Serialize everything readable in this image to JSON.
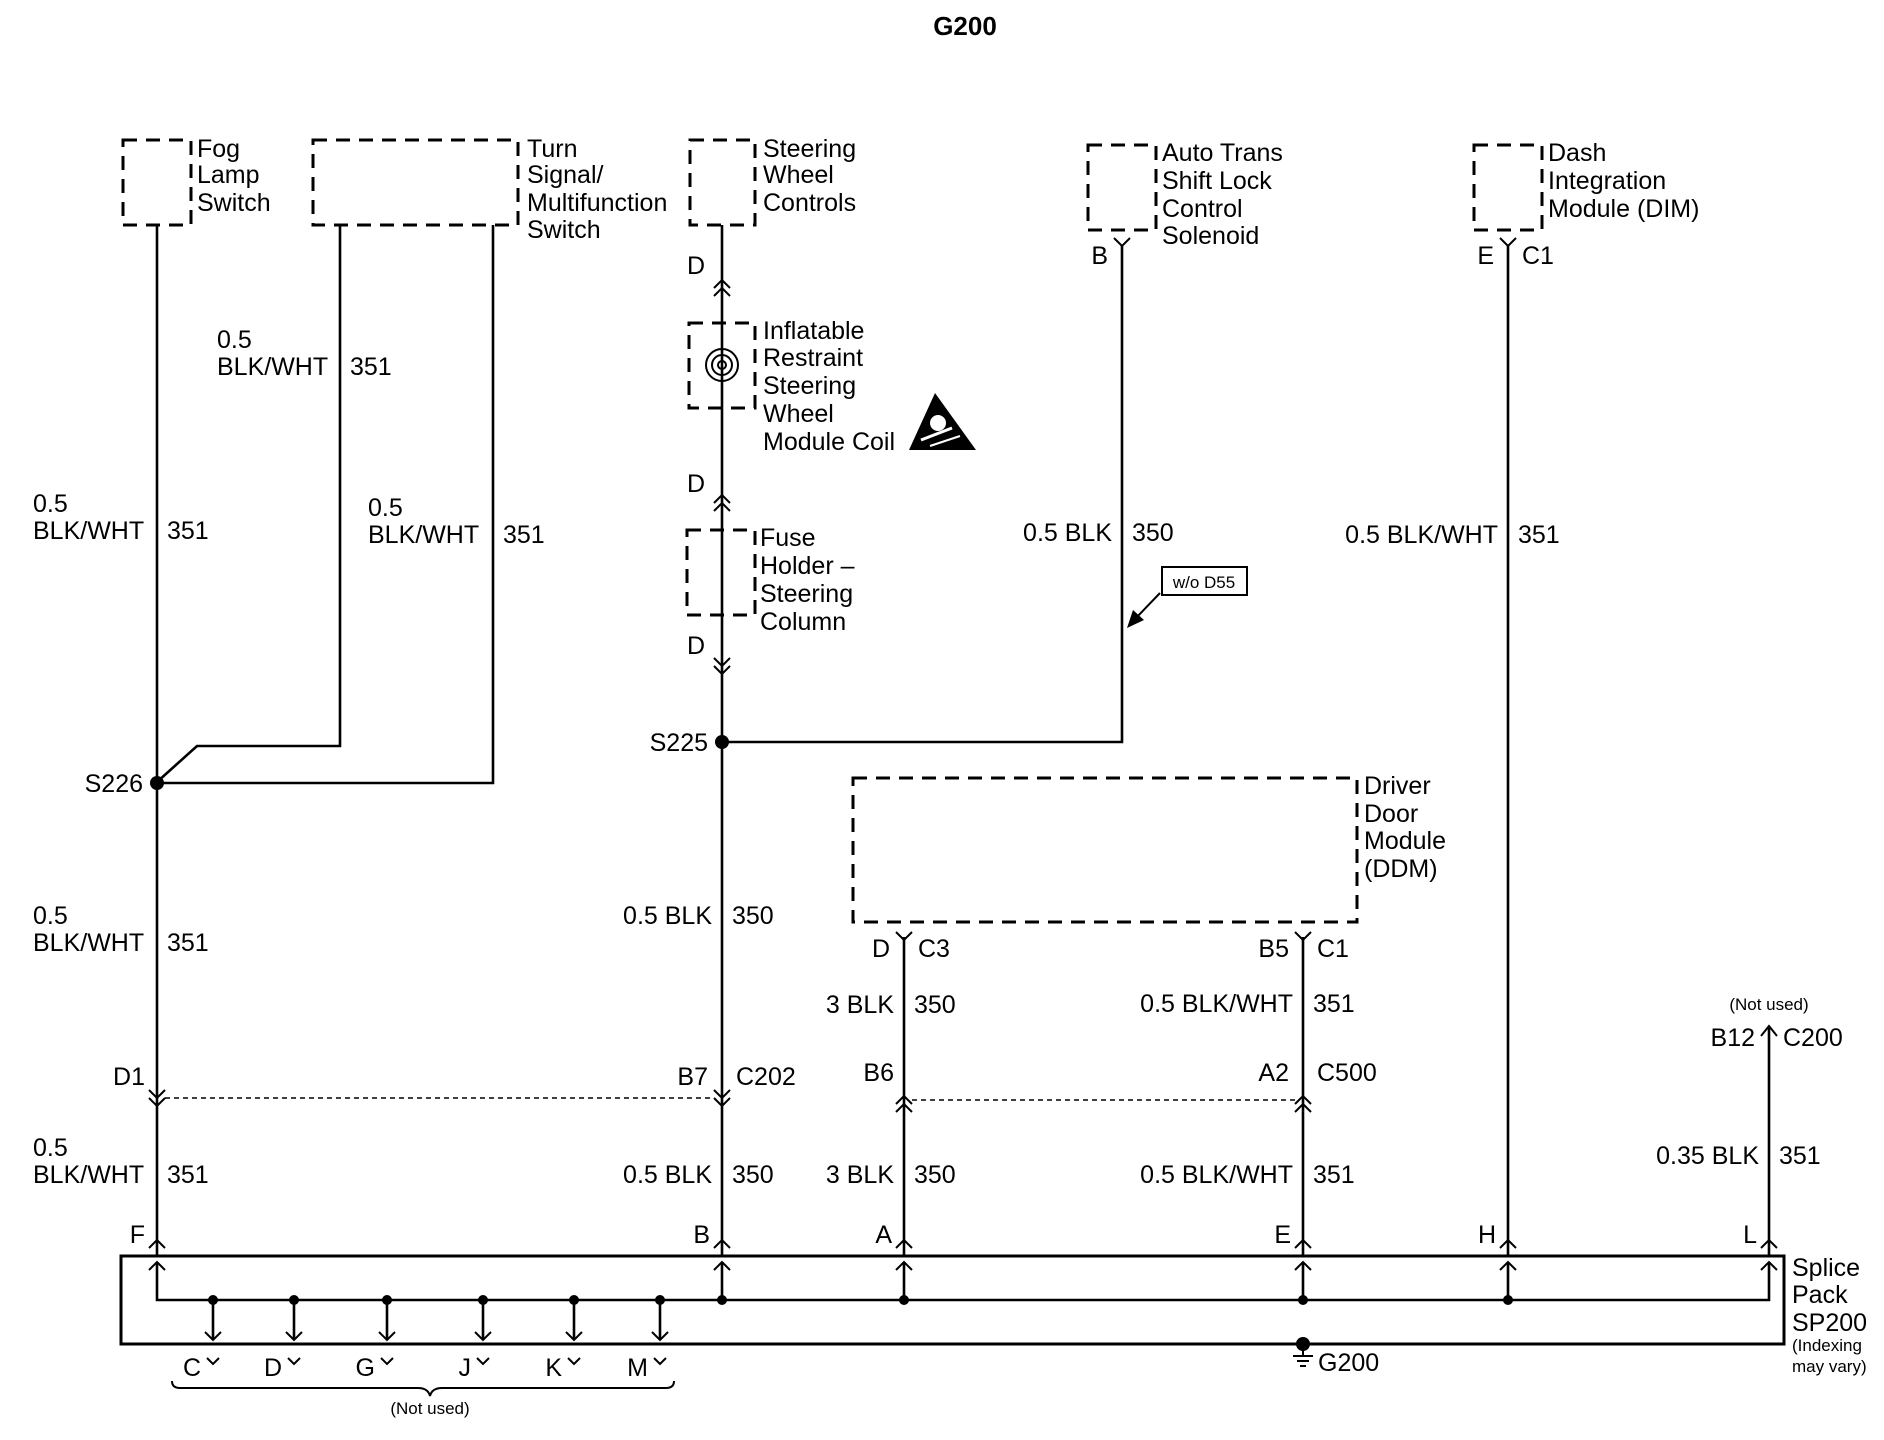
{
  "title": "G200",
  "components": {
    "fog_lamp_switch": [
      "Fog",
      "Lamp",
      "Switch"
    ],
    "turn_signal_switch": [
      "Turn",
      "Signal/",
      "Multifunction",
      "Switch"
    ],
    "steering_wheel_controls": [
      "Steering",
      "Wheel",
      "Controls"
    ],
    "inflatable_restraint_coil": [
      "Inflatable",
      "Restraint",
      "Steering",
      "Wheel",
      "Module Coil"
    ],
    "fuse_holder": [
      "Fuse",
      "Holder –",
      "Steering",
      "Column"
    ],
    "shift_lock_solenoid": [
      "Auto Trans",
      "Shift Lock",
      "Control",
      "Solenoid"
    ],
    "dim": [
      "Dash",
      "Integration",
      "Module (DIM)"
    ],
    "ddm": [
      "Driver",
      "Door",
      "Module",
      "(DDM)"
    ],
    "splice_pack": [
      "Splice",
      "Pack",
      "SP200"
    ],
    "splice_pack_note": [
      "(Indexing",
      "may vary)"
    ]
  },
  "wire_labels": {
    "w351_size": "0.5",
    "w351_color": "BLK/WHT",
    "w351_circuit": "351",
    "w350_label": "0.5 BLK",
    "w350_circuit": "350",
    "w3blk_label": "3 BLK",
    "w05_bw_label": "0.5 BLK/WHT",
    "w035_label": "0.35 BLK"
  },
  "pins": {
    "D": "D",
    "B": "B",
    "E": "E",
    "F": "F",
    "A": "A",
    "H": "H",
    "L": "L",
    "C": "C",
    "G": "G",
    "J": "J",
    "K": "K",
    "M": "M",
    "C1": "C1",
    "C3": "C3",
    "B5": "B5",
    "B6": "B6",
    "B7": "B7",
    "B12": "B12",
    "A2": "A2",
    "D1": "D1"
  },
  "connectors": {
    "c202": "C202",
    "c500": "C500",
    "c200": "C200"
  },
  "splices": {
    "s225": "S225",
    "s226": "S226"
  },
  "ground": "G200",
  "notes": {
    "not_used": "(Not used)",
    "wo_d55": "w/o D55"
  },
  "icons": [
    "clockspring-icon",
    "airbag-warning-icon",
    "ground-symbol-icon"
  ],
  "colors": {
    "ink": "#000000",
    "background": "#ffffff"
  }
}
